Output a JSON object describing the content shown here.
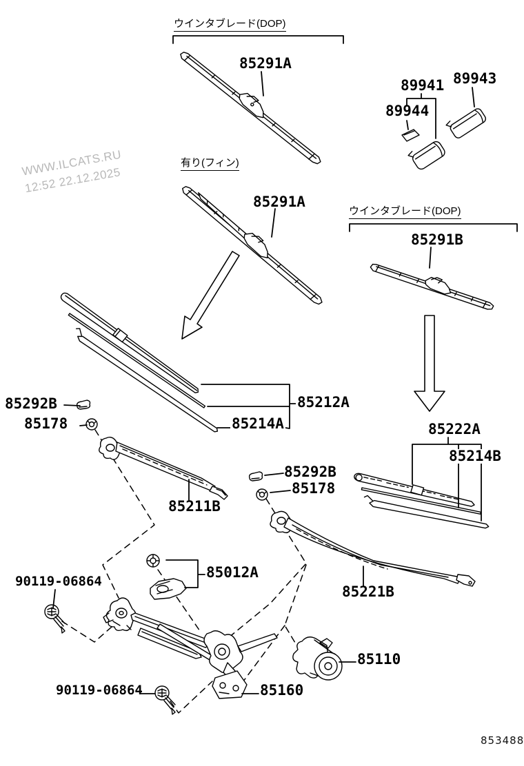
{
  "watermark": {
    "site": "WWW.ILCATS.RU",
    "timestamp": "12:52 22.12.2025"
  },
  "section_labels": {
    "winter_blade_top": "ウインタブレード(DOP)",
    "with_fin": "有り(フィン)",
    "winter_blade_right": "ウインタブレード(DOP)"
  },
  "part_labels": {
    "blade_top": "85291A",
    "blade_fin": "85291A",
    "blade_right": "85291B",
    "washer_nozzle": "89941",
    "washer_nozzle_b": "89943",
    "nozzle_packing": "89944",
    "cap_left": "85292B",
    "nut_left": "85178",
    "blade_rubber_left": "85212A",
    "backing_left": "85214A",
    "blade_rubber_right": "85222A",
    "backing_right": "85214B",
    "cap_mid": "85292B",
    "nut_mid": "85178",
    "arm_left": "85211B",
    "arm_right": "85221B",
    "pivot_kit": "85012A",
    "screw_upper": "90119-06864",
    "motor": "85110",
    "link_assy": "85160",
    "screw_lower": "90119-06864"
  },
  "footer": {
    "figure_code": "853488"
  },
  "colors": {
    "line": "#000000",
    "watermark": "#b8b8b8"
  }
}
